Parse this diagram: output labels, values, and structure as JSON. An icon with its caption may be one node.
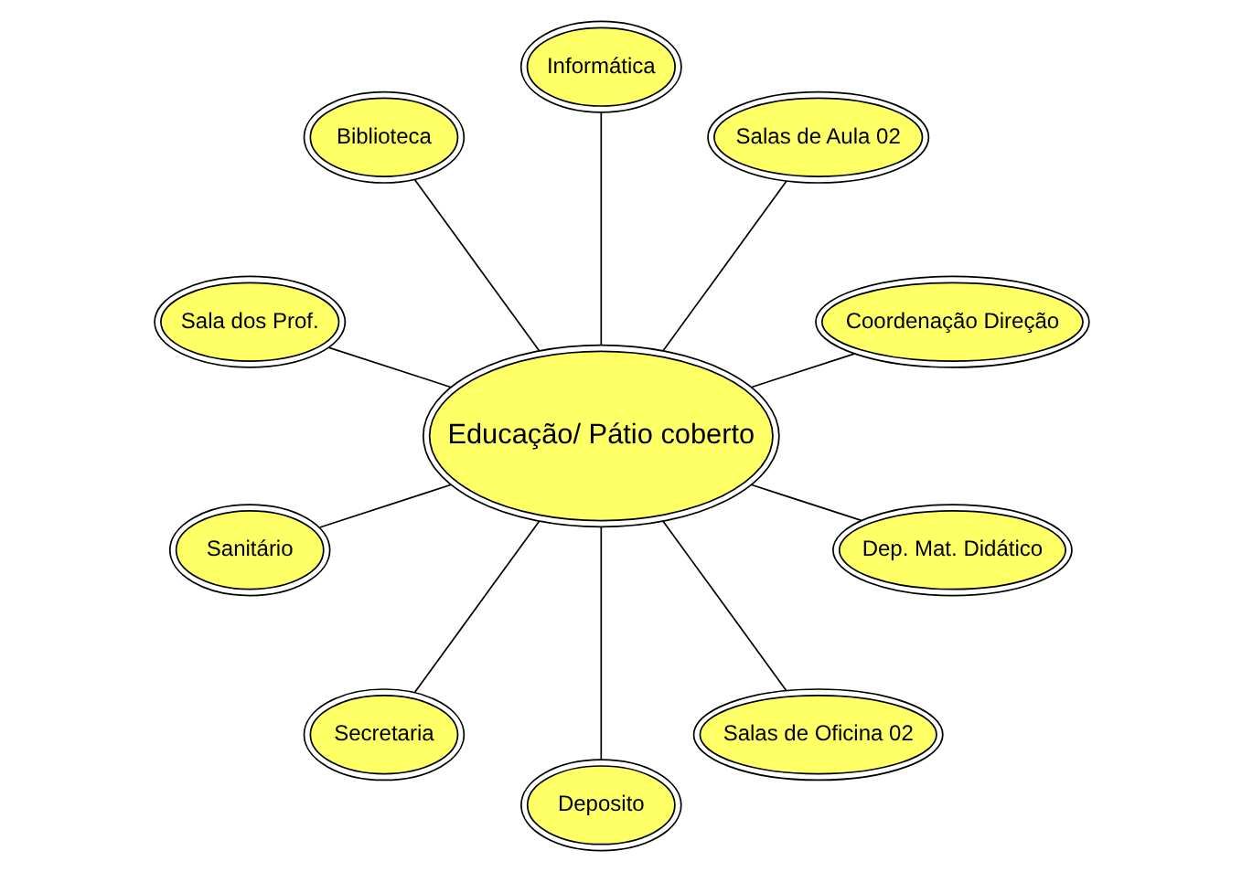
{
  "diagram": {
    "nodes": [
      {
        "text": [
          "Educação/ Pátio coberto"
        ]
      },
      {
        "text": [
          "Coordenação Direção"
        ]
      },
      {
        "text": [
          "Salas de Aula 02"
        ]
      },
      {
        "text": [
          "Informática"
        ]
      },
      {
        "text": [
          "Biblioteca"
        ]
      },
      {
        "text": [
          "Sala dos Prof."
        ]
      },
      {
        "text": [
          "Sanitário"
        ]
      },
      {
        "text": [
          "Secretaria"
        ]
      },
      {
        "text": [
          "Deposito"
        ]
      },
      {
        "text": [
          "Salas de Oficina 02"
        ]
      },
      {
        "text": [
          "Dep. Mat. Didático"
        ]
      }
    ],
    "edges": [
      {
        "from": 0,
        "to": 1,
        "arrow": "none"
      },
      {
        "from": 0,
        "to": 2,
        "arrow": "none"
      },
      {
        "from": 0,
        "to": 3,
        "arrow": "none"
      },
      {
        "from": 0,
        "to": 5,
        "arrow": "none"
      },
      {
        "from": 0,
        "to": 7,
        "arrow": "none"
      },
      {
        "from": 0,
        "to": 8,
        "arrow": "none"
      },
      {
        "from": 0,
        "to": 10,
        "arrow": "none"
      },
      {
        "from": 0,
        "to": 9,
        "arrow": "none"
      },
      {
        "from": 0,
        "to": 6,
        "arrow": "none"
      },
      {
        "from": 0,
        "to": 4,
        "arrow": "none"
      }
    ]
  }
}
